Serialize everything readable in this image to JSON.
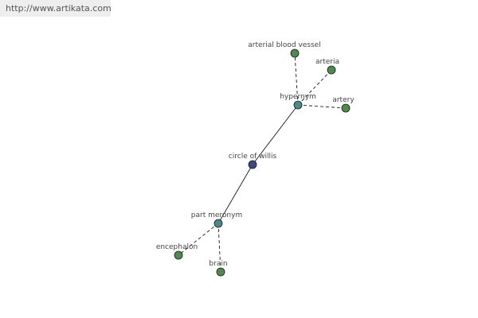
{
  "banner": {
    "url_text": "http://www.artikata.com"
  },
  "graph": {
    "colors": {
      "center": "#3a4a80",
      "relation": "#4a8a8a",
      "term": "#4e8c4e",
      "edge": "#000000"
    },
    "center": {
      "label": "circle of willis",
      "kind": "center"
    },
    "relations": [
      {
        "id": "hypernym",
        "label": "hypernym",
        "kind": "relation",
        "terms": [
          {
            "label": "arterial blood vessel",
            "kind": "term"
          },
          {
            "label": "arteria",
            "kind": "term"
          },
          {
            "label": "artery",
            "kind": "term"
          }
        ]
      },
      {
        "id": "part-meronym",
        "label": "part meronym",
        "kind": "relation",
        "terms": [
          {
            "label": "encephalon",
            "kind": "term"
          },
          {
            "label": "brain",
            "kind": "term"
          }
        ]
      }
    ]
  }
}
